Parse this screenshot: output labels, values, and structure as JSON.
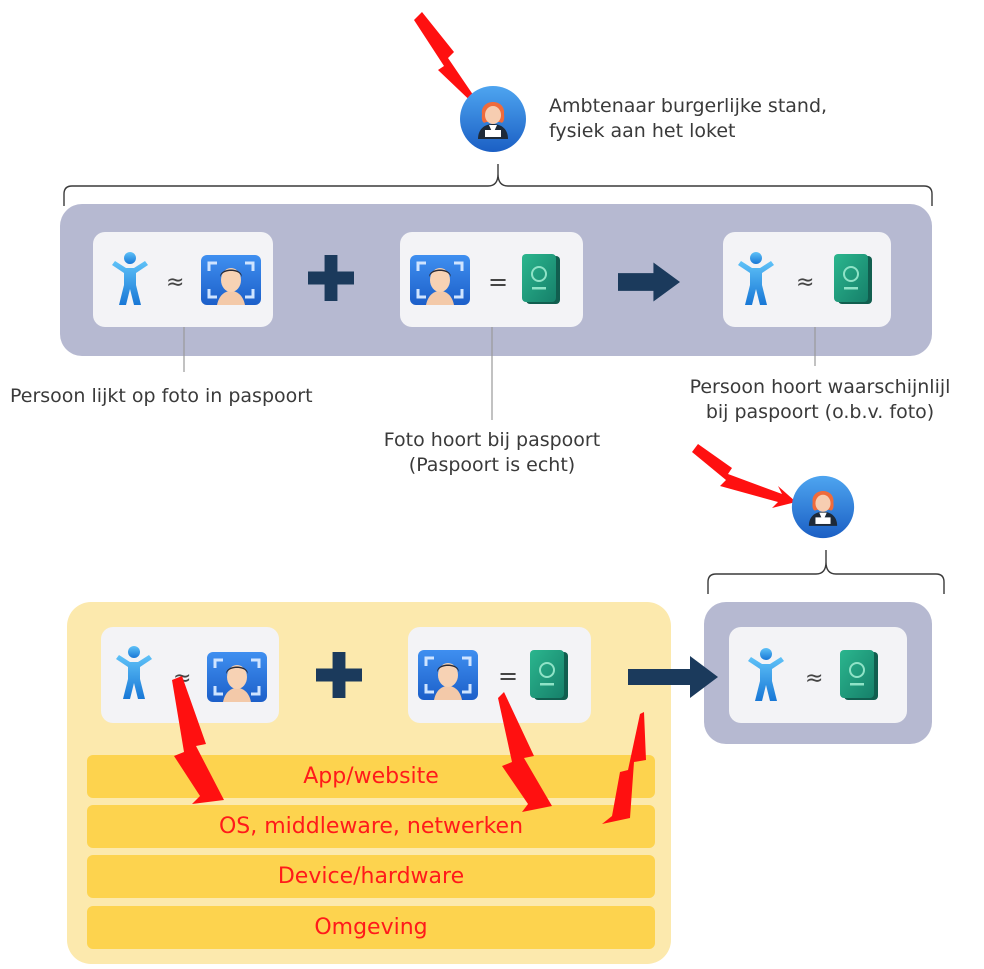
{
  "officials": {
    "top_label_line1": "Ambtenaar burgerlijke stand,",
    "top_label_line2": "fysiek aan het loket"
  },
  "top_row": {
    "symbol_approx": "≈",
    "symbol_equals": "=",
    "label_person_photo": "Persoon lijkt op foto in paspoort",
    "label_photo_passport_line1": "Foto hoort bij paspoort",
    "label_photo_passport_line2": "(Paspoort is echt)",
    "label_result_line1": "Persoon hoort waarschijnlijl",
    "label_result_line2": "bij paspoort (o.b.v. foto)"
  },
  "bottom_row": {
    "symbol_approx": "≈",
    "symbol_equals": "=",
    "layers": [
      "App/website",
      "OS, middleware, netwerken",
      "Device/hardware",
      "Omgeving"
    ]
  },
  "icons": {
    "person": "person-icon",
    "face_scan": "face-scan-icon",
    "passport": "passport-icon",
    "plus": "plus-icon",
    "arrow": "arrow-right-icon",
    "official": "official-avatar-icon",
    "lightning": "lightning-bolt-icon"
  },
  "colors": {
    "gray_panel": "#b6b9d1",
    "yellow_panel": "#fce9ad",
    "layer": "#fdd34e",
    "layer_text": "#ff1a1a",
    "navy": "#1b3a5c",
    "lightning": "#ff1010"
  }
}
